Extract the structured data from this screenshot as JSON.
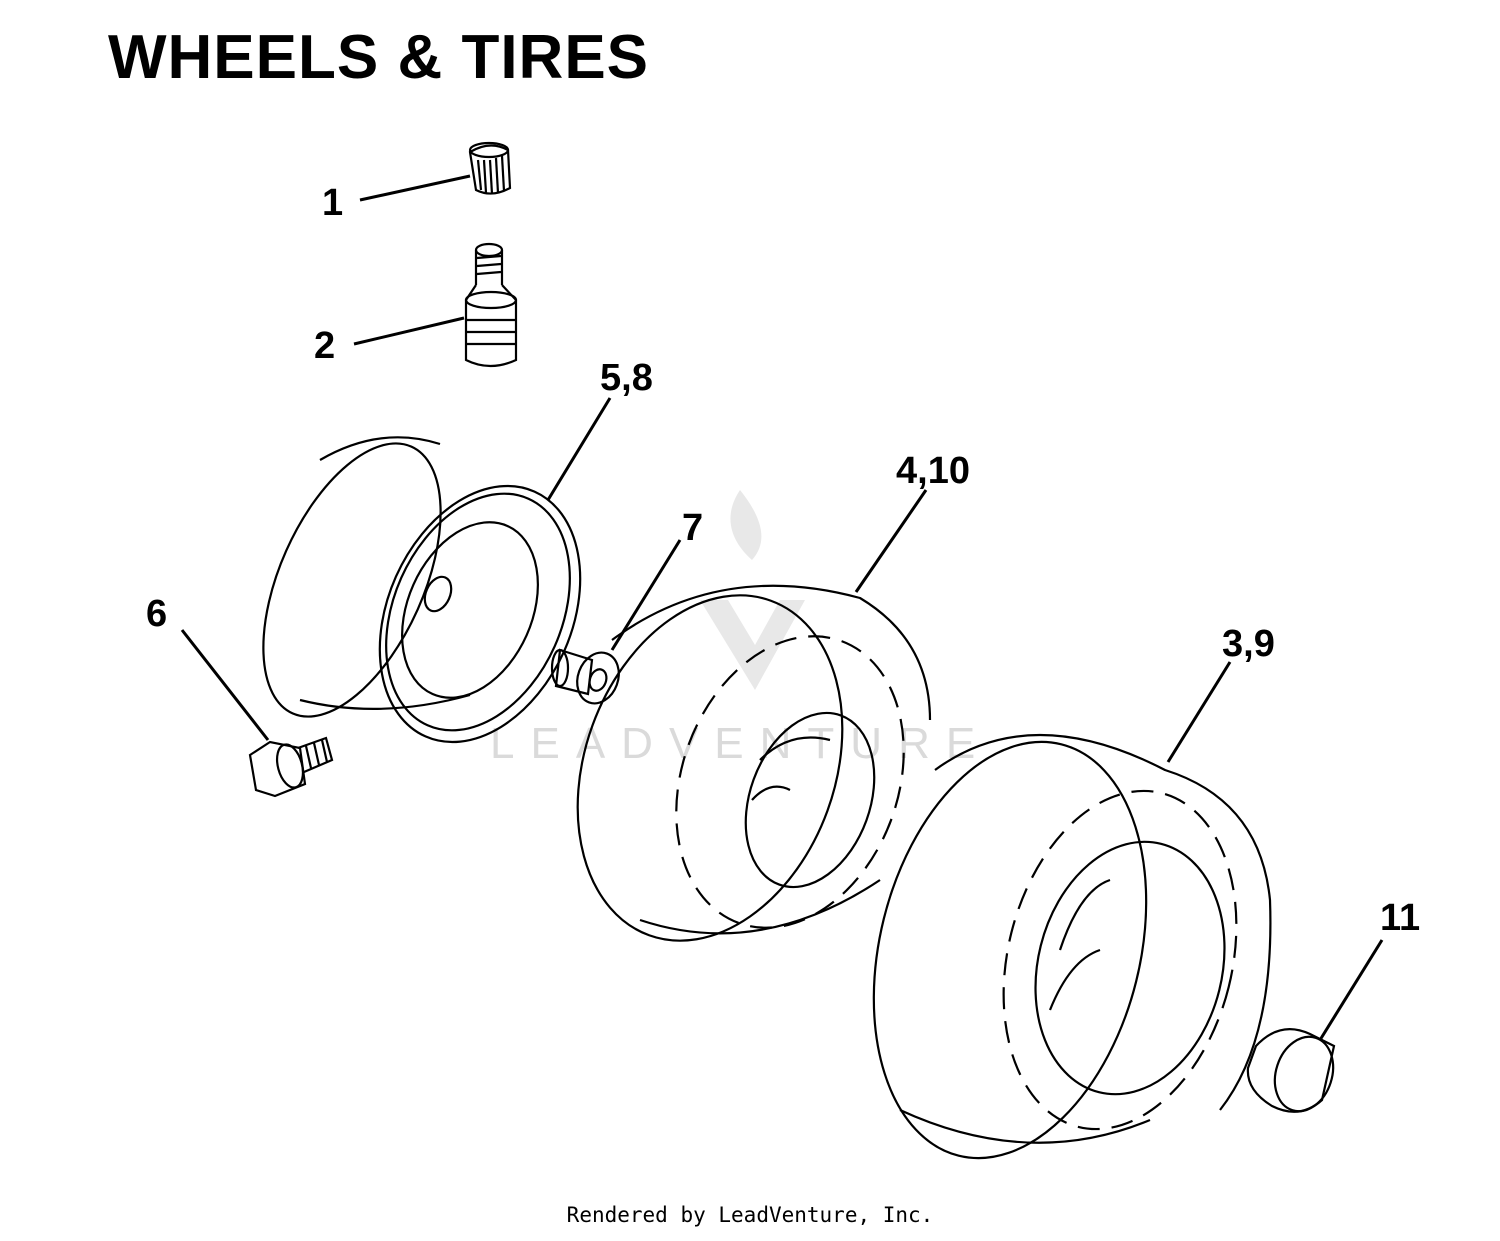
{
  "title": "WHEELS & TIRES",
  "callouts": {
    "c1": "1",
    "c2": "2",
    "c58": "5,8",
    "c6": "6",
    "c7": "7",
    "c410": "4,10",
    "c39": "3,9",
    "c11": "11"
  },
  "watermark": "LEADVENTURE",
  "footer": "Rendered by LeadVenture, Inc."
}
